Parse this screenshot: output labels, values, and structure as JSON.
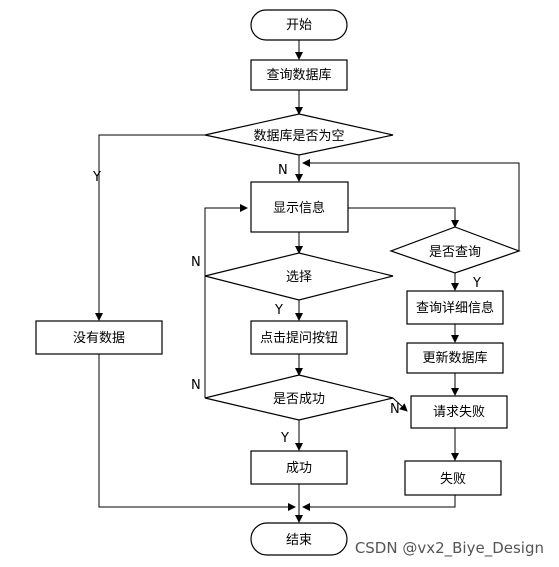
{
  "nodes": {
    "start": "开始",
    "query_db": "查询数据库",
    "db_empty": "数据库是否为空",
    "show_info": "显示信息",
    "is_query": "是否查询",
    "select": "选择",
    "query_detail": "查询详细信息",
    "click_btn": "点击提问按钮",
    "update_db": "更新数据库",
    "no_data": "没有数据",
    "is_success": "是否成功",
    "request_fail": "请求失败",
    "success": "成功",
    "fail": "失败",
    "end": "结束"
  },
  "edge_labels": {
    "db_empty_yes": "Y",
    "db_empty_no": "N",
    "is_query_yes": "Y",
    "select_yes": "Y",
    "select_no": "N",
    "is_success_no_left": "N",
    "is_success_no_right": "N",
    "is_success_yes": "Y"
  },
  "watermark": "CSDN @vx2_Biye_Design"
}
